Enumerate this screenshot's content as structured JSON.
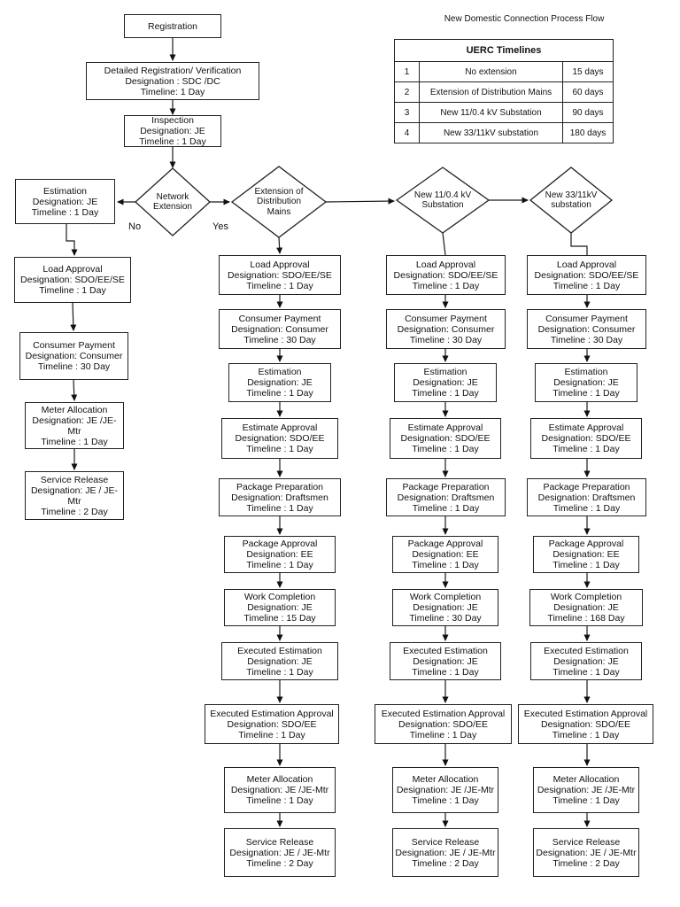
{
  "title": "New Domestic Connection Process Flow",
  "uerc_table": {
    "header": "UERC Timelines",
    "rows": [
      [
        "1",
        "No extension",
        "15 days"
      ],
      [
        "2",
        "Extension of Distribution Mains",
        "60 days"
      ],
      [
        "3",
        "New 11/0.4 kV Substation",
        "90 days"
      ],
      [
        "4",
        "New 33/11kV substation",
        "180 days"
      ]
    ]
  },
  "branch_labels": {
    "no": "No",
    "yes": "Yes"
  },
  "nodes": {
    "registration": [
      "Registration"
    ],
    "detailed-registration": [
      "Detailed Registration/ Verification",
      "Designation : SDC /DC",
      "Timeline: 1 Day"
    ],
    "inspection": [
      "Inspection",
      "Designation: JE",
      "Timeline : 1 Day"
    ],
    "decision-network-extension": [
      "Network",
      "Extension"
    ],
    "decision-extension-distribution-mains": [
      "Extension of",
      "Distribution",
      "Mains"
    ],
    "decision-new-11kv-substation": [
      "New 11/0.4 kV",
      "Substation"
    ],
    "decision-new-33kv-substation": [
      "New 33/11kV",
      "substation"
    ],
    "c1-estimation": [
      "Estimation",
      "Designation: JE",
      "Timeline : 1 Day"
    ],
    "c1-load-approval": [
      "Load Approval",
      "Designation: SDO/EE/SE",
      "Timeline : 1 Day"
    ],
    "c1-consumer-payment": [
      "Consumer Payment",
      "Designation: Consumer",
      "Timeline : 30 Day"
    ],
    "c1-meter-allocation": [
      "Meter Allocation",
      "Designation: JE /JE-Mtr",
      "Timeline : 1 Day"
    ],
    "c1-service-release": [
      "Service Release",
      "Designation: JE / JE-Mtr",
      "Timeline : 2 Day"
    ],
    "c2-load-approval": [
      "Load Approval",
      "Designation: SDO/EE/SE",
      "Timeline : 1 Day"
    ],
    "c2-consumer-payment": [
      "Consumer Payment",
      "Designation: Consumer",
      "Timeline : 30 Day"
    ],
    "c2-estimation": [
      "Estimation",
      "Designation: JE",
      "Timeline : 1 Day"
    ],
    "c2-estimate-approval": [
      "Estimate Approval",
      "Designation: SDO/EE",
      "Timeline : 1 Day"
    ],
    "c2-package-preparation": [
      "Package Preparation",
      "Designation: Draftsmen",
      "Timeline : 1 Day"
    ],
    "c2-package-approval": [
      "Package Approval",
      "Designation: EE",
      "Timeline : 1 Day"
    ],
    "c2-work-completion": [
      "Work Completion",
      "Designation: JE",
      "Timeline : 15 Day"
    ],
    "c2-executed-estimation": [
      "Executed Estimation",
      "Designation: JE",
      "Timeline : 1 Day"
    ],
    "c2-executed-estimation-approval": [
      "Executed Estimation Approval",
      "Designation: SDO/EE",
      "Timeline : 1 Day"
    ],
    "c2-meter-allocation": [
      "Meter Allocation",
      "Designation: JE /JE-Mtr",
      "Timeline : 1 Day"
    ],
    "c2-service-release": [
      "Service Release",
      "Designation: JE / JE-Mtr",
      "Timeline : 2 Day"
    ],
    "c3-load-approval": [
      "Load Approval",
      "Designation: SDO/EE/SE",
      "Timeline : 1 Day"
    ],
    "c3-consumer-payment": [
      "Consumer Payment",
      "Designation: Consumer",
      "Timeline : 30 Day"
    ],
    "c3-estimation": [
      "Estimation",
      "Designation: JE",
      "Timeline : 1 Day"
    ],
    "c3-estimate-approval": [
      "Estimate Approval",
      "Designation: SDO/EE",
      "Timeline : 1 Day"
    ],
    "c3-package-preparation": [
      "Package Preparation",
      "Designation: Draftsmen",
      "Timeline : 1 Day"
    ],
    "c3-package-approval": [
      "Package Approval",
      "Designation: EE",
      "Timeline : 1 Day"
    ],
    "c3-work-completion": [
      "Work Completion",
      "Designation: JE",
      "Timeline : 30 Day"
    ],
    "c3-executed-estimation": [
      "Executed Estimation",
      "Designation: JE",
      "Timeline : 1 Day"
    ],
    "c3-executed-estimation-approval": [
      "Executed Estimation Approval",
      "Designation: SDO/EE",
      "Timeline : 1 Day"
    ],
    "c3-meter-allocation": [
      "Meter Allocation",
      "Designation: JE /JE-Mtr",
      "Timeline : 1 Day"
    ],
    "c3-service-release": [
      "Service Release",
      "Designation: JE / JE-Mtr",
      "Timeline : 2 Day"
    ],
    "c4-load-approval": [
      "Load Approval",
      "Designation: SDO/EE/SE",
      "Timeline : 1 Day"
    ],
    "c4-consumer-payment": [
      "Consumer Payment",
      "Designation: Consumer",
      "Timeline : 30 Day"
    ],
    "c4-estimation": [
      "Estimation",
      "Designation: JE",
      "Timeline : 1 Day"
    ],
    "c4-estimate-approval": [
      "Estimate Approval",
      "Designation: SDO/EE",
      "Timeline : 1 Day"
    ],
    "c4-package-preparation": [
      "Package Preparation",
      "Designation: Draftsmen",
      "Timeline : 1 Day"
    ],
    "c4-package-approval": [
      "Package Approval",
      "Designation: EE",
      "Timeline : 1 Day"
    ],
    "c4-work-completion": [
      "Work Completion",
      "Designation: JE",
      "Timeline : 168 Day"
    ],
    "c4-executed-estimation": [
      "Executed Estimation",
      "Designation: JE",
      "Timeline : 1 Day"
    ],
    "c4-executed-estimation-approval": [
      "Executed Estimation Approval",
      "Designation: SDO/EE",
      "Timeline : 1 Day"
    ],
    "c4-meter-allocation": [
      "Meter Allocation",
      "Designation: JE /JE-Mtr",
      "Timeline : 1 Day"
    ],
    "c4-service-release": [
      "Service Release",
      "Designation: JE / JE-Mtr",
      "Timeline : 2 Day"
    ]
  }
}
